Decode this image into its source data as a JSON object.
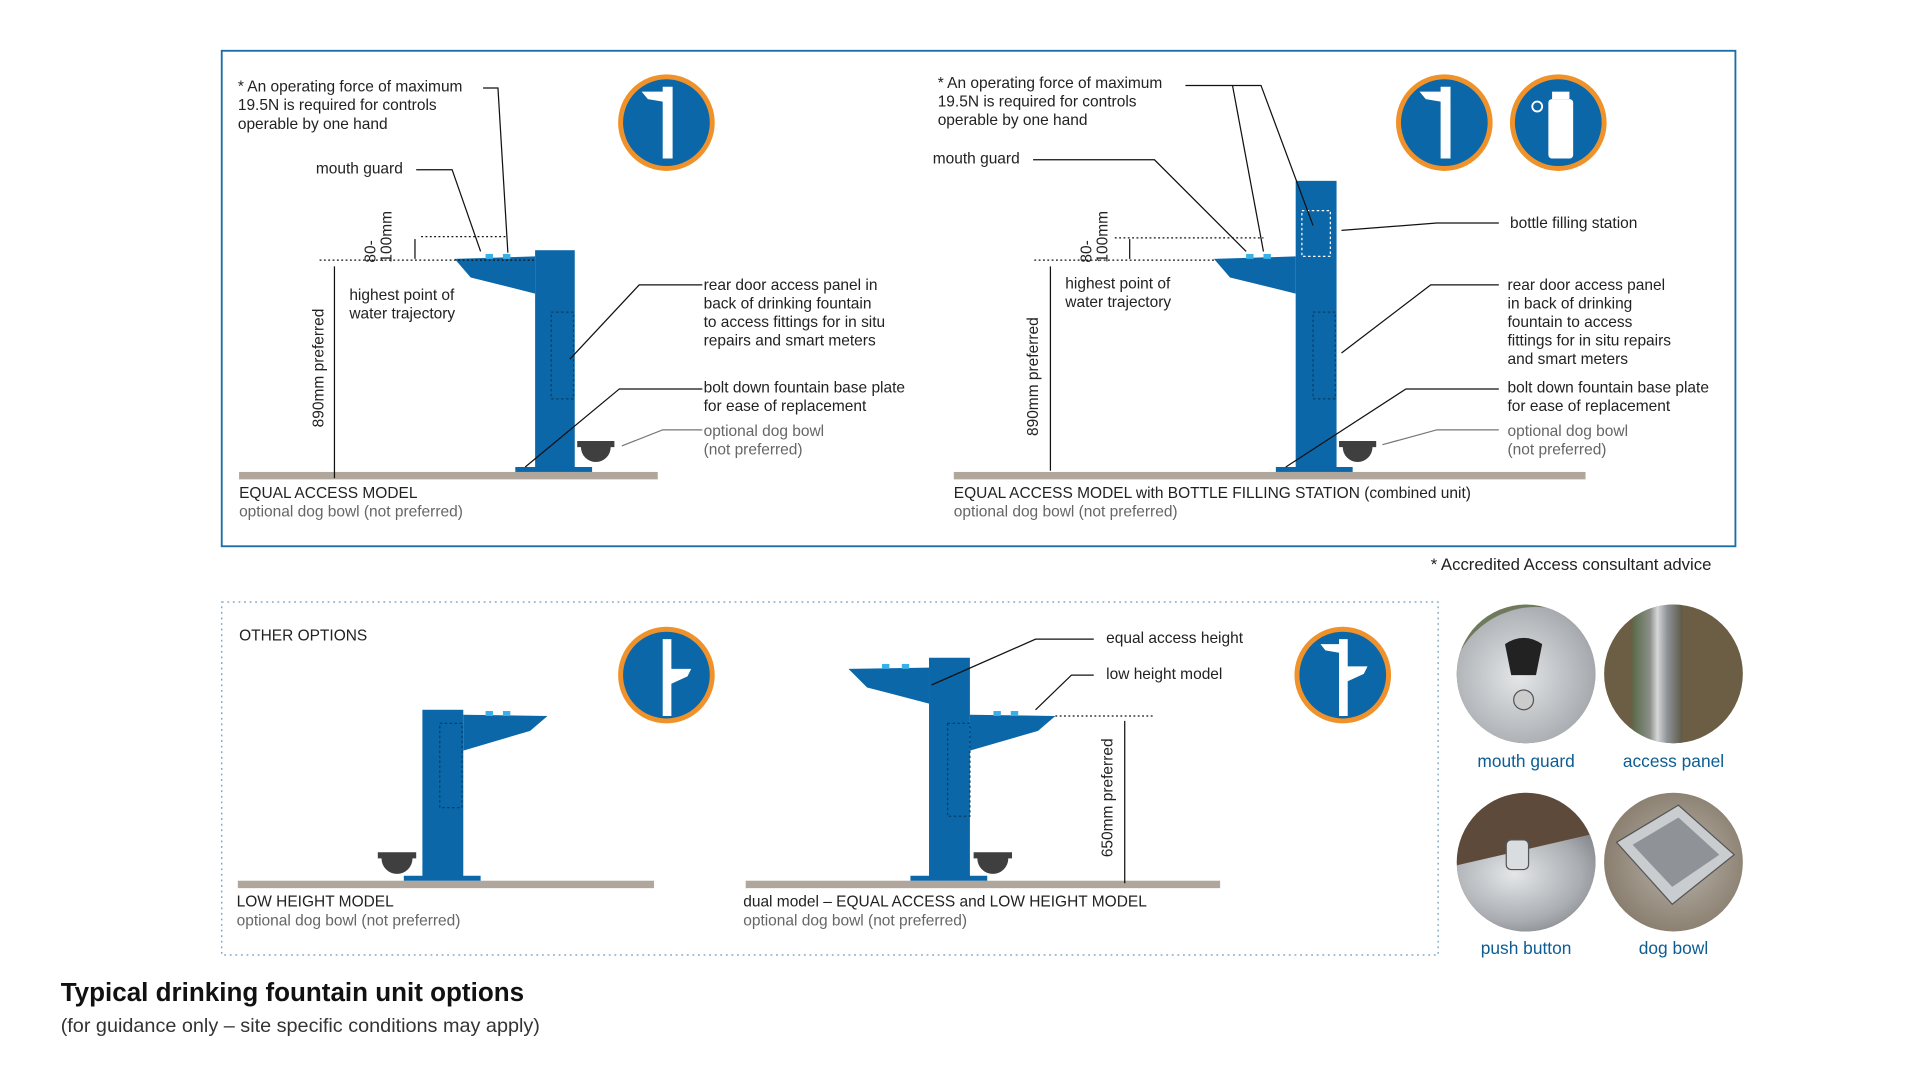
{
  "colors": {
    "fountain": "#0b67a8",
    "ground": "#b1a69c",
    "icon_ring": "#f0922b",
    "caption": "#0b5d93"
  },
  "panel1": {
    "force_note": [
      "* An operating force of maximum",
      "19.5N is required for controls",
      "operable by one hand"
    ],
    "mouth_guard": "mouth guard",
    "dim_80_100": [
      "80-",
      "100mm"
    ],
    "highest_point": [
      "highest point of",
      "water trajectory"
    ],
    "height_890": "890mm preferred",
    "rear_door": [
      "rear door access panel in",
      "back of drinking fountain",
      "to access fittings for in situ",
      "repairs and smart meters"
    ],
    "bolt_down": [
      "bolt down fountain base plate",
      "for ease of replacement"
    ],
    "dog_bowl": [
      "optional dog bowl",
      "(not preferred)"
    ],
    "model": "EQUAL ACCESS MODEL",
    "model_sub": "optional dog bowl (not preferred)"
  },
  "panel2": {
    "force_note": [
      "* An operating force of maximum",
      "19.5N is required for controls",
      "operable by one hand"
    ],
    "mouth_guard": "mouth guard",
    "dim_80_100": [
      "80-",
      "100mm"
    ],
    "highest_point": [
      "highest point of",
      "water trajectory"
    ],
    "height_890": "890mm preferred",
    "bottle_station": "bottle filling station",
    "rear_door": [
      "rear door access panel",
      "in back of drinking",
      "fountain to access",
      "fittings for in situ repairs",
      "and smart meters"
    ],
    "bolt_down": [
      "bolt down fountain base plate",
      "for ease of replacement"
    ],
    "dog_bowl": [
      "optional dog bowl",
      "(not preferred)"
    ],
    "model": "EQUAL ACCESS MODEL with BOTTLE FILLING STATION (combined unit)",
    "model_sub": "optional dog bowl (not preferred)"
  },
  "consultant_note": "* Accredited Access consultant advice",
  "other": {
    "heading": "OTHER OPTIONS",
    "low_model": "LOW HEIGHT MODEL",
    "low_sub": "optional dog bowl (not preferred)",
    "equal_access_height": "equal access height",
    "low_height_model": "low height model",
    "height_650": "650mm preferred",
    "dual_model": "dual model – EQUAL ACCESS and LOW HEIGHT MODEL",
    "dual_sub": "optional dog bowl (not preferred)"
  },
  "photos": [
    "mouth guard",
    "access panel",
    "push button",
    "dog bowl"
  ],
  "footer": {
    "title": "Typical drinking fountain unit options",
    "subtitle": "(for guidance only – site specific conditions may apply)"
  }
}
